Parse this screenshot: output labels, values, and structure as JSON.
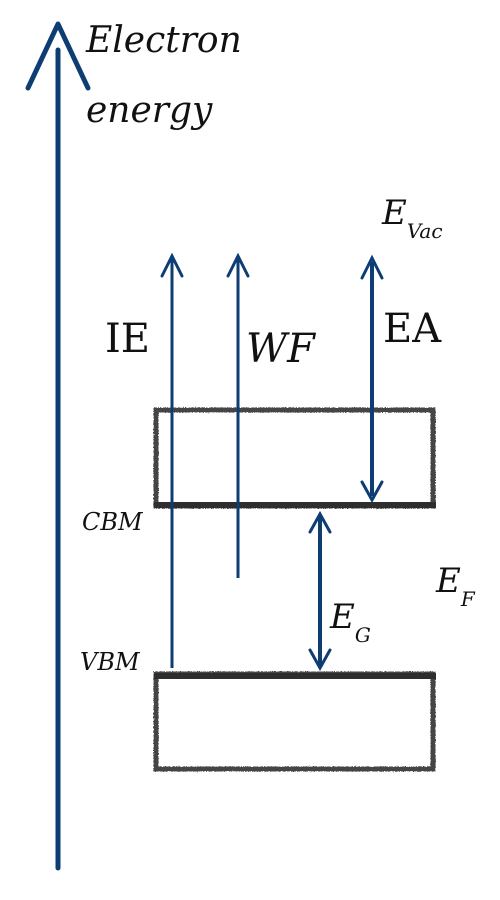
{
  "axis": {
    "line1": "Electron",
    "line2": "energy"
  },
  "levels": {
    "vacuum": {
      "main": "E",
      "sub": "Vac"
    },
    "fermi": {
      "main": "E",
      "sub": "F"
    },
    "cbm": "CBM",
    "vbm": "VBM"
  },
  "quantities": {
    "ie": "IE",
    "wf": "WF",
    "ea": "EA",
    "gap": {
      "main": "E",
      "sub": "G"
    }
  },
  "colors": {
    "arrow": "#0d3d73",
    "band": "#333333"
  }
}
